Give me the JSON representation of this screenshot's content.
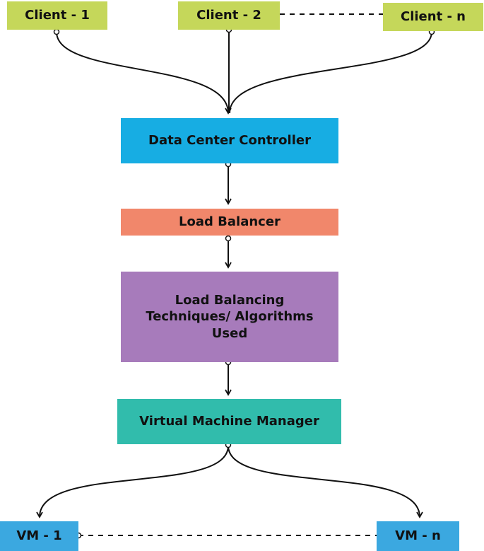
{
  "clients": [
    "Client - 1",
    "Client - 2",
    "Client - n"
  ],
  "data_center_controller": "Data Center Controller",
  "load_balancer": "Load Balancer",
  "load_balancing_techniques": "Load Balancing Techniques/ Algorithms Used",
  "virtual_machine_manager": "Virtual Machine Manager",
  "vms": [
    "VM - 1",
    "VM - n"
  ],
  "colors": {
    "client": "#c5d75a",
    "data_center_controller": "#17ade3",
    "load_balancer": "#f1876b",
    "load_balancing_techniques": "#a77bbb",
    "virtual_machine_manager": "#31bcac",
    "vm": "#3ba8e0",
    "connector": "#111111"
  }
}
